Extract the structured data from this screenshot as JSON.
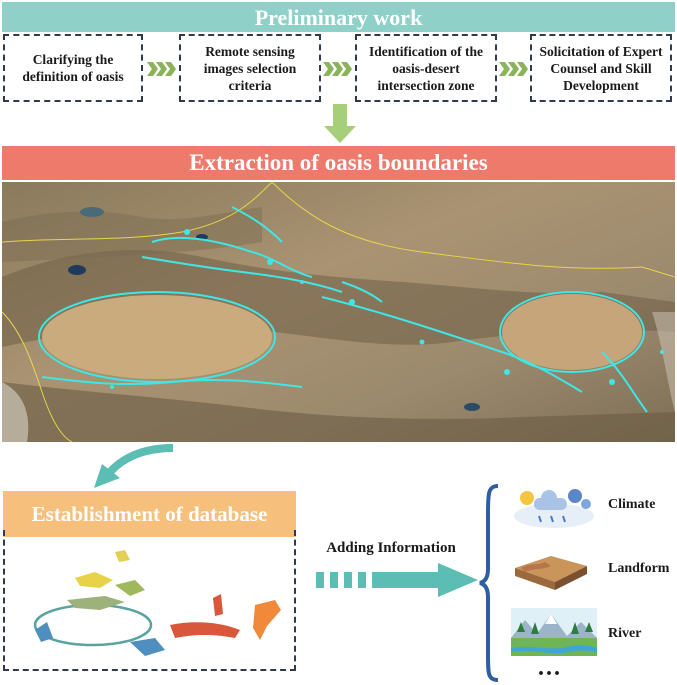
{
  "preliminary": {
    "title": "Preliminary work",
    "steps": [
      "Clarifying the definition of oasis",
      "Remote sensing images selection criteria",
      "Identification of the oasis-desert intersection zone",
      "Solicitation of Expert Counsel and Skill Development"
    ]
  },
  "extraction": {
    "title": "Extraction of oasis boundaries"
  },
  "database": {
    "title": "Establishment of database"
  },
  "adding": {
    "label": "Adding Information"
  },
  "information": {
    "items": [
      {
        "label": "Climate",
        "icon": "climate-icon"
      },
      {
        "label": "Landform",
        "icon": "landform-icon"
      },
      {
        "label": "River",
        "icon": "river-icon"
      }
    ],
    "ellipsis": "..."
  },
  "colors": {
    "preliminary_banner": "#8fd0c9",
    "extraction_banner": "#ee7a6c",
    "database_banner": "#f6c07c",
    "arrow_teal": "#5bbdb3",
    "chevron_green": "#8bb35a",
    "oasis_cyan": "#3fe6e6",
    "brace_blue": "#2f5f9e"
  }
}
